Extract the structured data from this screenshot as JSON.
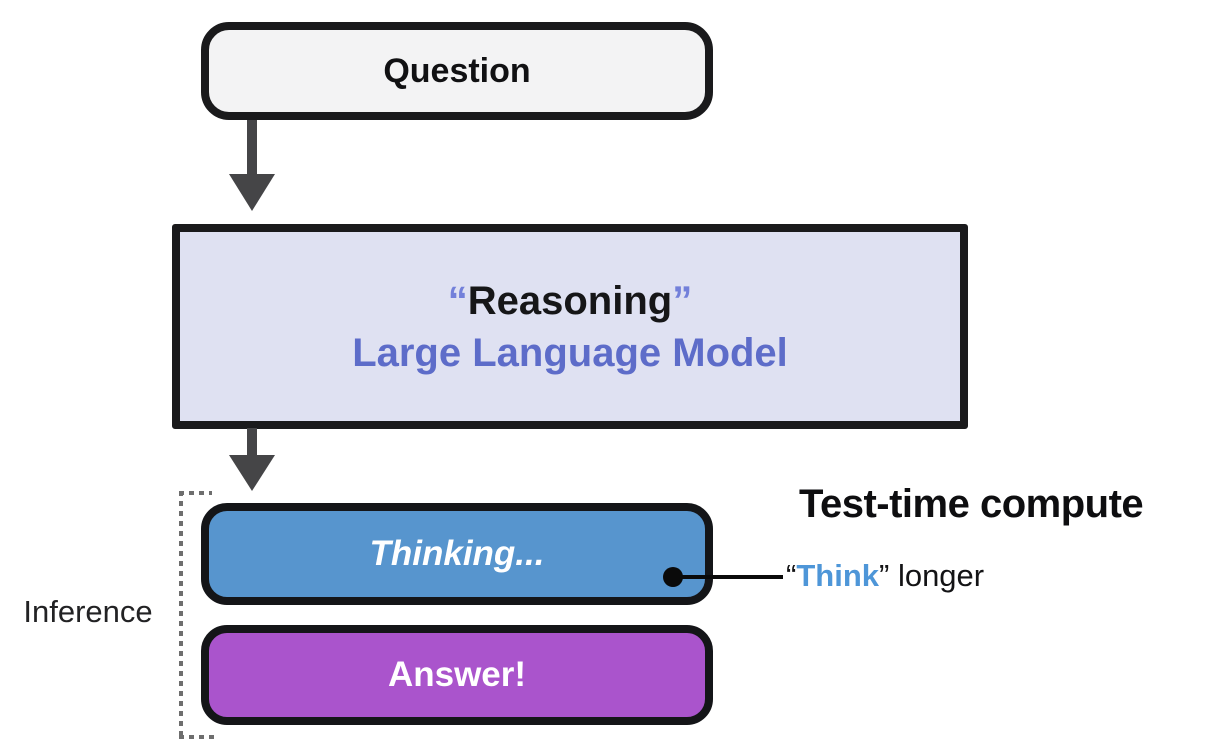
{
  "diagram": {
    "nodes": {
      "question": {
        "label": "Question",
        "fill": "#f3f3f4",
        "border": "#1a1a1c",
        "text_color": "#111113"
      },
      "llm": {
        "quote_open": "“",
        "title": "Reasoning",
        "quote_close": "”",
        "subtitle": "Large Language Model",
        "fill": "#dfe1f2",
        "border": "#1a1a1c",
        "title_color": "#161618",
        "subtitle_color": "#5d6cc9",
        "quote_color": "#7380da"
      },
      "thinking": {
        "label": "Thinking...",
        "fill": "#5795ce",
        "border": "#141518",
        "text_color": "#ffffff"
      },
      "answer": {
        "label": "Answer!",
        "fill": "#aa54cc",
        "border": "#141518",
        "text_color": "#ffffff"
      }
    },
    "annotations": {
      "inference_label": "Inference",
      "test_time_compute_heading": "Test-time compute",
      "think_longer": {
        "quote_open": "“",
        "think": "Think",
        "quote_close": "”",
        "rest": " longer",
        "think_color": "#4e96d8"
      },
      "arrow_color": "#454547",
      "bracket_color": "#6e6e6e",
      "connector_color": "#0a0a0a"
    }
  }
}
